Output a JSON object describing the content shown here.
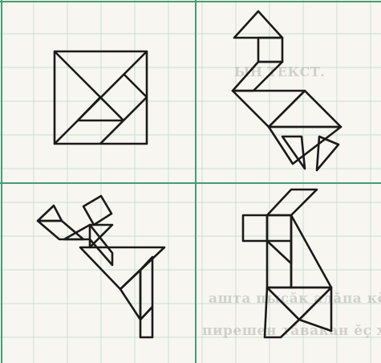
{
  "page": {
    "background_color": "#f4f2ea",
    "paper_color": "#f7f6f0",
    "grid_color": "#4a9a74",
    "line_color": "#1a1a1a"
  },
  "bleed_through": {
    "line1": "ЫН ТЕКСТ.",
    "line2": "ашта пысӑк алӑпа кӗрекен",
    "line3": "пирешен тӑвакан ӗҫ хӗтӗре"
  },
  "figures": {
    "square": {
      "name": "tangram-square",
      "col": 0,
      "row": 0
    },
    "bird": {
      "name": "tangram-bird",
      "col": 1,
      "row": 0
    },
    "person": {
      "name": "tangram-person",
      "col": 0,
      "row": 1
    },
    "rabbit": {
      "name": "tangram-rabbit",
      "col": 1,
      "row": 1
    }
  }
}
